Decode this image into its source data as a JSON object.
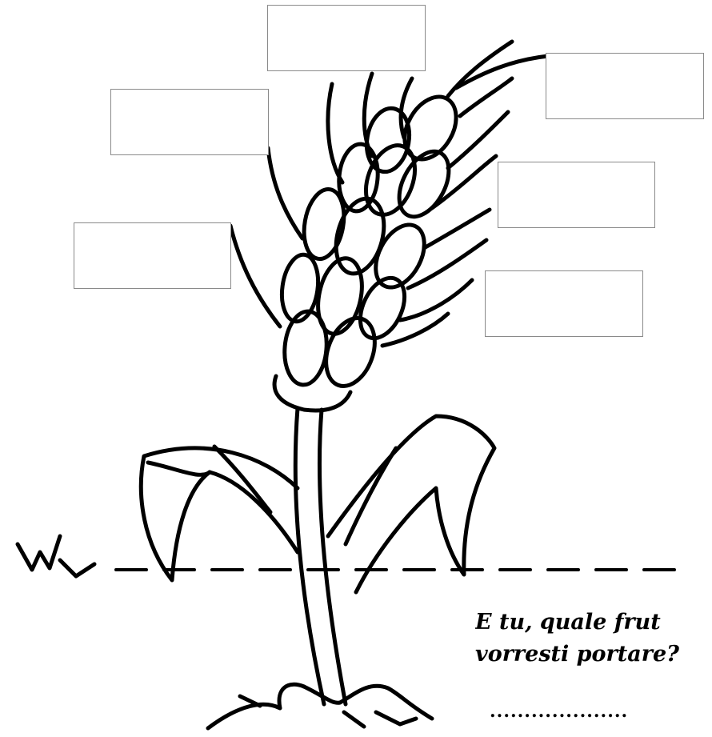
{
  "worksheet": {
    "label_boxes": [
      {
        "id": "box-1",
        "value": ""
      },
      {
        "id": "box-2",
        "value": ""
      },
      {
        "id": "box-3",
        "value": ""
      },
      {
        "id": "box-4",
        "value": ""
      },
      {
        "id": "box-5",
        "value": ""
      },
      {
        "id": "box-6",
        "value": ""
      }
    ],
    "question": {
      "line1": "E tu,  quale frut",
      "line2": "vorresti portare?"
    },
    "answer_line": "...................."
  },
  "colors": {
    "ink": "#000000",
    "box_border": "#8a8a8a",
    "background": "#ffffff"
  },
  "illustration": {
    "subject": "wheat-plant-icon"
  }
}
